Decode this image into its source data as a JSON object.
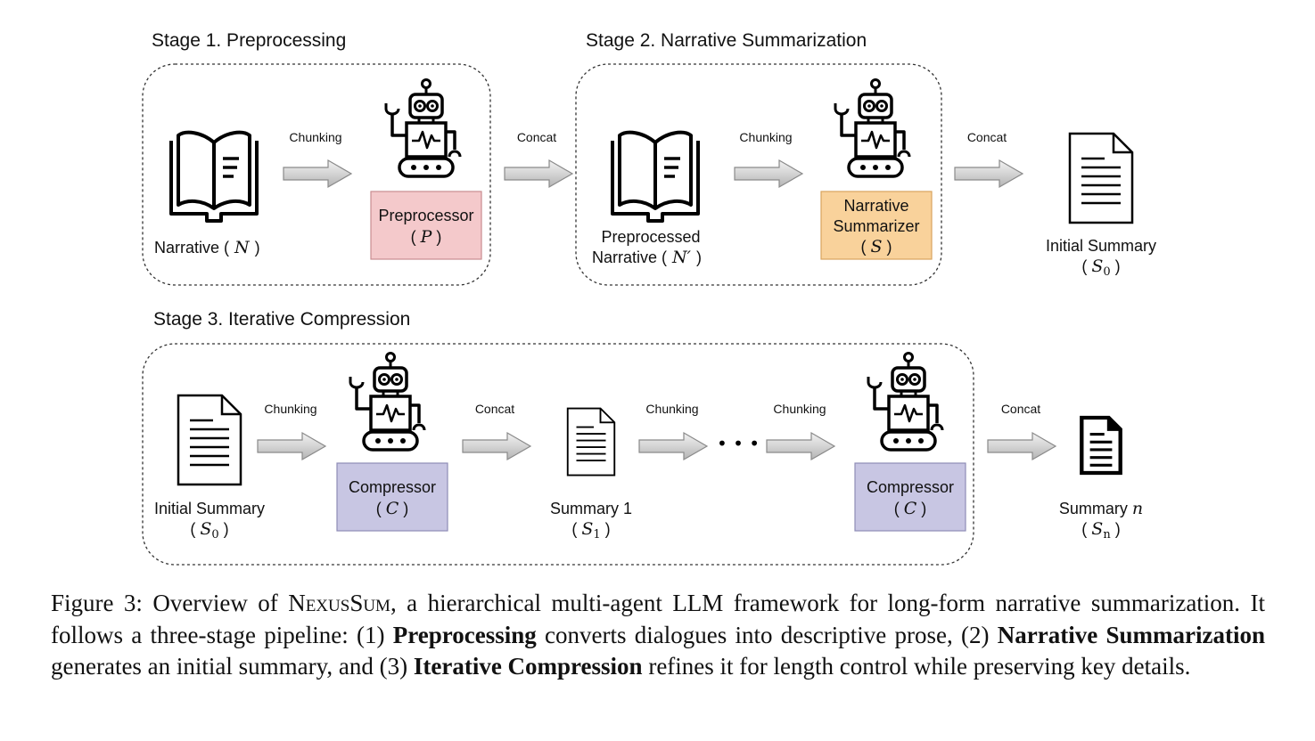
{
  "stages": {
    "stage1": "Stage 1. Preprocessing",
    "stage2": "Stage 2. Narrative Summarization",
    "stage3": "Stage 3. Iterative Compression"
  },
  "arrows": {
    "chunking": "Chunking",
    "concat": "Concat"
  },
  "nodes": {
    "narrative_label": "Narrative (",
    "narrative_var": "N",
    "preprocessor_label": "Preprocessor",
    "preprocessor_var": "P",
    "preprocessed_line1": "Preprocessed",
    "preprocessed_line2": "Narrative (",
    "preprocessed_var": "N′",
    "summarizer_line1": "Narrative",
    "summarizer_line2": "Summarizer",
    "summarizer_var": "S",
    "initial_summary_label": "Initial Summary",
    "initial_summary_var": "S",
    "initial_summary_sub": "0",
    "compressor_label": "Compressor",
    "compressor_var": "C",
    "summary1_label": "Summary 1",
    "summary1_var": "S",
    "summary1_sub": "1",
    "ellipsis": "• • •",
    "summaryn_label": "Summary",
    "summaryn_var_inline": "n",
    "summaryn_var": "S",
    "summaryn_sub": "n"
  },
  "caption": {
    "prefix": "Figure 3: Overview of ",
    "name": "NexusSum",
    "part1": ", a hierarchical multi-agent LLM framework for long-form narrative summarization. It follows a three-stage pipeline: (1) ",
    "b1": "Preprocessing",
    "part2": " converts dialogues into descriptive prose, (2) ",
    "b2": "Narrative Summarization",
    "part3": " generates an initial summary, and (3) ",
    "b3": "Iterative Compression",
    "part4": " refines it for length control while preserving key details."
  },
  "colors": {
    "preprocessor_fill": "#f4c9cb",
    "preprocessor_stroke": "#c98d90",
    "summarizer_fill": "#f9d29b",
    "summarizer_stroke": "#d8a45d",
    "compressor_fill": "#c8c6e3",
    "compressor_stroke": "#8e8cb6",
    "arrow_fill": "#d6d6d6"
  }
}
